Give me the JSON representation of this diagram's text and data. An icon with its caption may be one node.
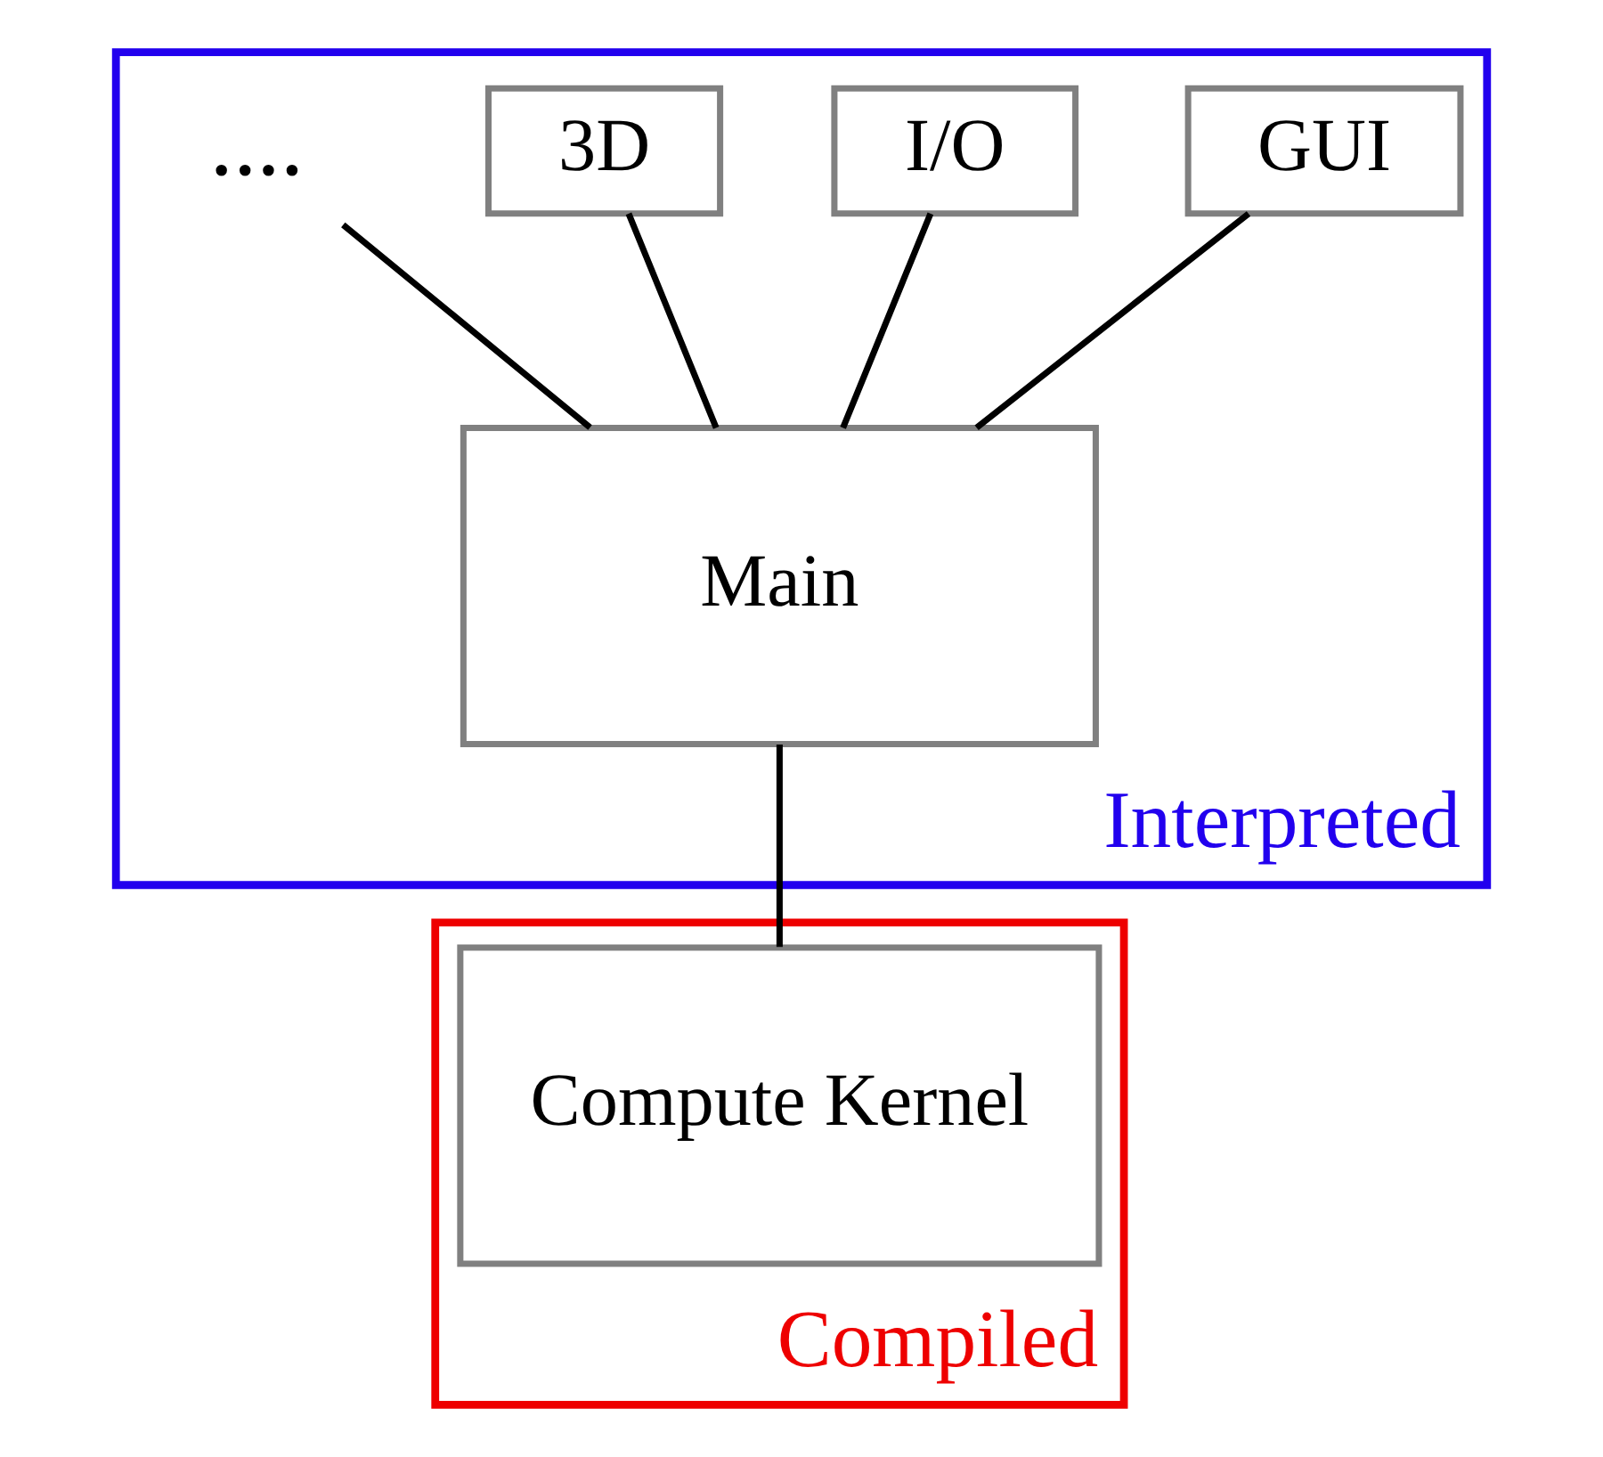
{
  "diagram": {
    "nodes": [
      {
        "text": [
          "Interpreted"
        ]
      },
      {
        "text": [
          "GUI"
        ],
        "in": 0
      },
      {
        "text": [
          "I/O"
        ],
        "in": 0
      },
      {
        "text": [
          "3D"
        ],
        "in": 0
      },
      {
        "text": [
          "...."
        ],
        "in": 0
      },
      {
        "text": [
          "Main"
        ],
        "in": 0
      },
      {
        "text": [
          "Compiled"
        ]
      },
      {
        "text": [
          "Compute Kernel"
        ],
        "in": 6
      }
    ],
    "edges": [
      {
        "from": 1,
        "to": 5,
        "arrow": "none"
      },
      {
        "from": 2,
        "to": 5,
        "arrow": "none"
      },
      {
        "from": 3,
        "to": 5,
        "arrow": "none"
      },
      {
        "from": 4,
        "to": 5,
        "arrow": "none"
      },
      {
        "from": 5,
        "to": 7,
        "arrow": "none"
      }
    ]
  }
}
